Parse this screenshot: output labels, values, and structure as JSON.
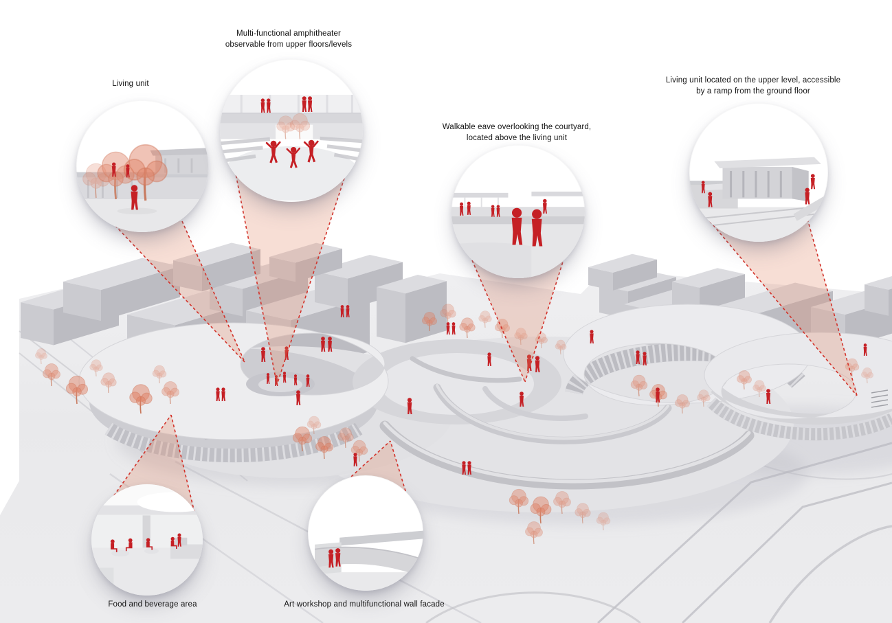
{
  "figure": {
    "type": "architectural-annotation-diagram",
    "background_color": "#ffffff",
    "accent_color": "#c52025",
    "dash_color": "#d3322a",
    "cone_fill_color": "#e18a68",
    "model_color": "#d6d6da",
    "ground_color": "#e9e9eb",
    "icons": {
      "person-icon": "red human silhouette",
      "person-dance-icon": "red dancing silhouette with raised arms",
      "person-sit-icon": "red seated silhouette",
      "tree-icon": "salmon sketched tree",
      "callout-bubble": "circular zoom detail view with dashed leader lines"
    }
  },
  "annotations": [
    {
      "id": "living-unit",
      "label": "Living unit"
    },
    {
      "id": "amphitheater",
      "label": "Multi-functional amphitheater\nobservable from upper floors/levels"
    },
    {
      "id": "walkable-eave",
      "label": "Walkable eave overlooking the courtyard,\nlocated above the living unit"
    },
    {
      "id": "living-unit-upper",
      "label": "Living unit located on the upper level, accessible\nby a ramp from the ground floor"
    },
    {
      "id": "food-beverage",
      "label": "Food and beverage area"
    },
    {
      "id": "art-workshop",
      "label": "Art workshop and multifunctional wall facade"
    }
  ]
}
